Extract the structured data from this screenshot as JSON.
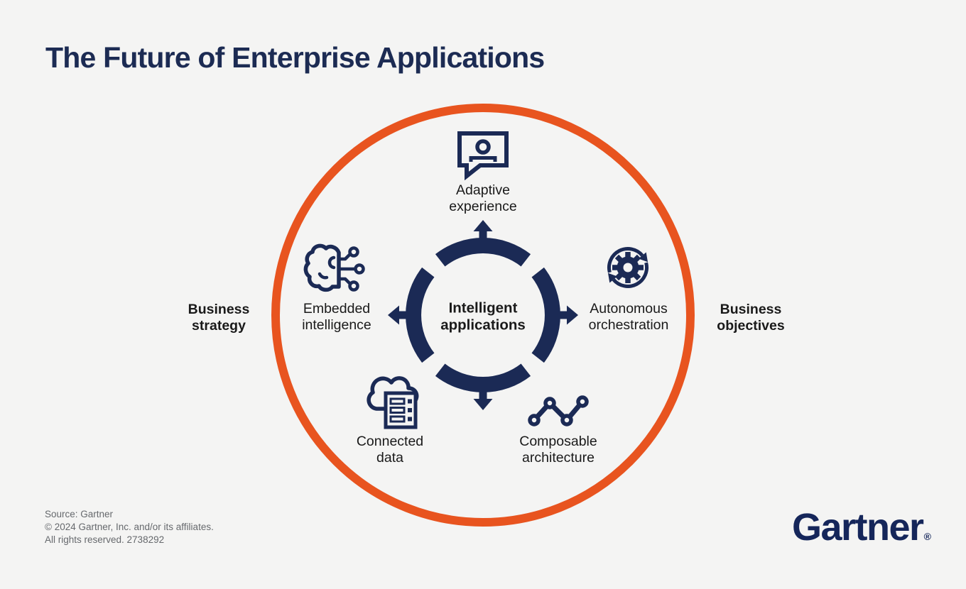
{
  "page": {
    "title": "The Future of Enterprise Applications",
    "background": "#F4F4F3"
  },
  "colors": {
    "accent_orange": "#E8541F",
    "brand_navy": "#1B2A55",
    "text_dark": "#1A1A1A",
    "muted_gray": "#66696D"
  },
  "diagram": {
    "center_label": "Intelligent\napplications",
    "nodes": [
      {
        "id": "adaptive-experience",
        "label": "Adaptive\nexperience",
        "icon": "person-chat-bubble-icon",
        "position": "top"
      },
      {
        "id": "embedded-intelligence",
        "label": "Embedded\nintelligence",
        "icon": "brain-circuit-icon",
        "position": "left"
      },
      {
        "id": "autonomous-orchestration",
        "label": "Autonomous\norchestration",
        "icon": "gear-cycle-icon",
        "position": "right"
      },
      {
        "id": "connected-data",
        "label": "Connected\ndata",
        "icon": "cloud-server-icon",
        "position": "bottom-left"
      },
      {
        "id": "composable-architecture",
        "label": "Composable\narchitecture",
        "icon": "network-nodes-icon",
        "position": "bottom-right"
      }
    ],
    "side_labels": {
      "left": "Business\nstrategy",
      "right": "Business\nobjectives"
    }
  },
  "footer": {
    "source_lines": [
      "Source: Gartner",
      "© 2024 Gartner, Inc. and/or its affiliates.",
      "All rights reserved. 2738292"
    ],
    "logo_text": "Gartner",
    "logo_reg_mark": "®"
  }
}
